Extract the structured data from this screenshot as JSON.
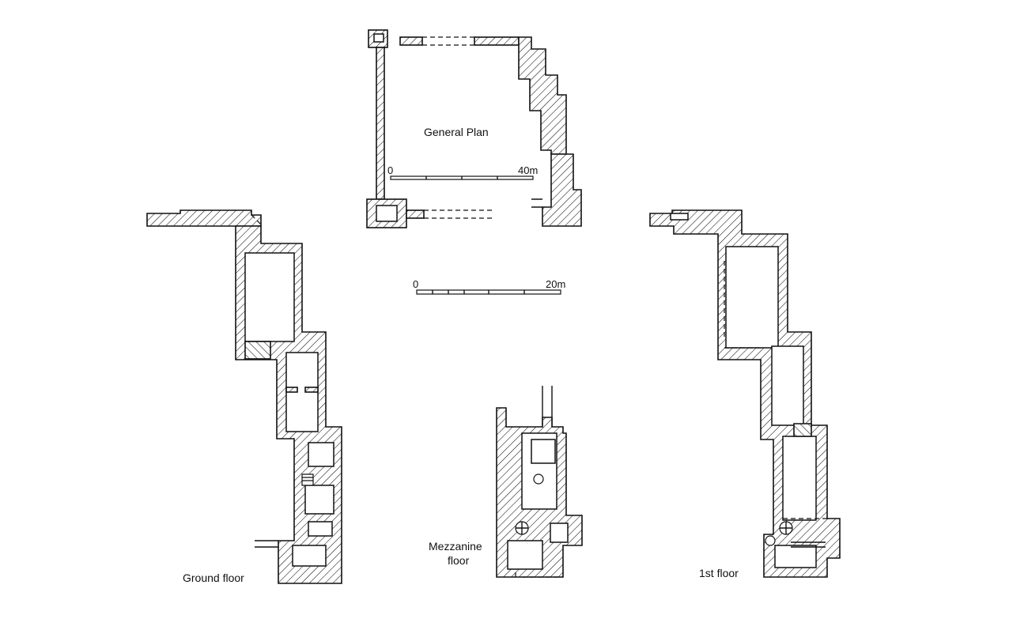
{
  "labels": {
    "general_plan": "General Plan",
    "ground_floor": "Ground floor",
    "mezzanine_line1": "Mezzanine",
    "mezzanine_line2": "floor",
    "first_floor": "1st floor"
  },
  "scales": {
    "general": {
      "start": "0",
      "end": "40m"
    },
    "detail": {
      "start": "0",
      "end": "20m"
    }
  }
}
